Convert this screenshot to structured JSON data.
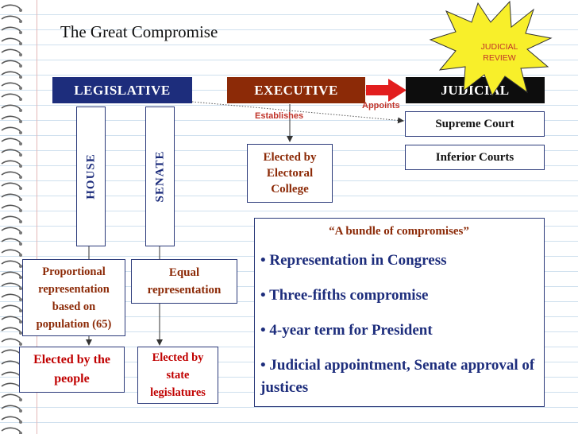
{
  "title": "The Great Compromise",
  "branches": {
    "legislative": "LEGISLATIVE",
    "executive": "EXECUTIVE",
    "judicial": "JUDICIAL"
  },
  "judicial_review": {
    "line1": "JUDICIAL",
    "line2": "REVIEW"
  },
  "courts": {
    "supreme": "Supreme Court",
    "inferior": "Inferior Courts"
  },
  "labels": {
    "appoints": "Appoints",
    "establishes": "Establishes"
  },
  "chambers": {
    "house": "HOUSE",
    "senate": "SENATE"
  },
  "executive_box": {
    "line1": "Elected by",
    "line2": "Electoral",
    "line3": "College"
  },
  "house_boxes": {
    "representation": [
      "Proportional",
      "representation",
      "based on",
      "population (65)"
    ],
    "election": [
      "Elected by the",
      "people"
    ]
  },
  "senate_boxes": {
    "representation": [
      "Equal",
      "representation"
    ],
    "election": [
      "Elected by",
      "state",
      "legislatures"
    ]
  },
  "bundle": {
    "title": "“A bundle of compromises”",
    "items": [
      "Representation in Congress",
      "Three-fifths compromise",
      "4-year term for President",
      "Judicial appointment, Senate approval of justices"
    ]
  },
  "colors": {
    "legislative": "#1d2d7c",
    "executive": "#8c2a07",
    "judicial": "#0d0d0d",
    "star": "#f8ef2a",
    "accent_red": "#c00000"
  }
}
